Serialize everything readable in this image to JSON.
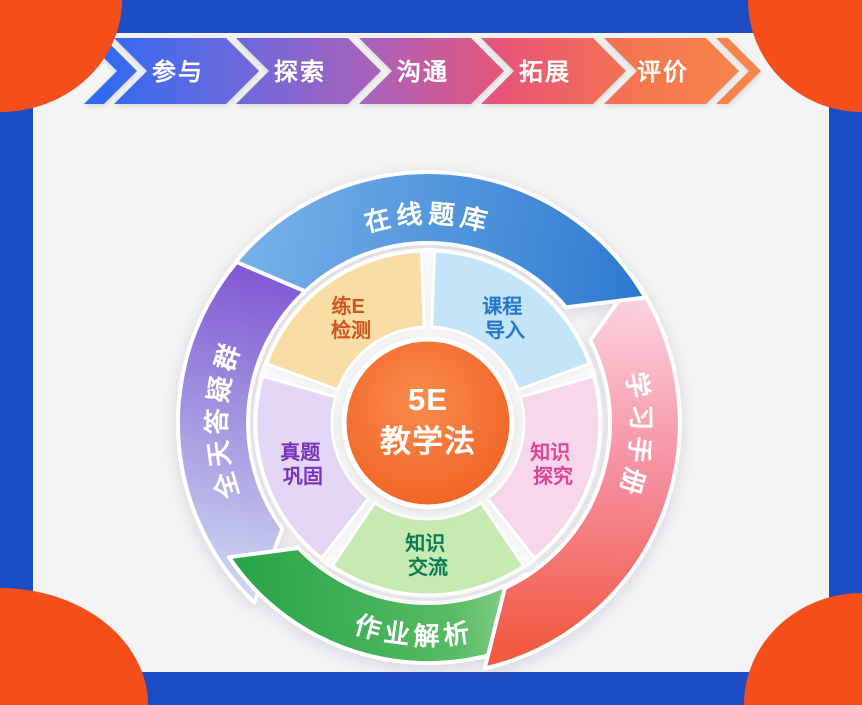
{
  "banner": {
    "steps": [
      {
        "label": "参与"
      },
      {
        "label": "探索"
      },
      {
        "label": "沟通"
      },
      {
        "label": "拓展"
      },
      {
        "label": "评价"
      }
    ],
    "colors": [
      "#2b6af1",
      "#6569e0",
      "#a862bb",
      "#e85577",
      "#f4764f",
      "#f8864a"
    ]
  },
  "diagram": {
    "center": {
      "title_line1": "5E",
      "title_line2": "教学法",
      "color_start": "#f98b4d",
      "color_end": "#ef5e1f"
    },
    "sectors": [
      {
        "line1": "练E",
        "line2": "检测",
        "fill": "#f8dda4",
        "text_color": "#d2561e"
      },
      {
        "line1": "课程",
        "line2": "导入",
        "fill": "#c4e5f7",
        "text_color": "#2277cc"
      },
      {
        "line1": "知识",
        "line2": "探究",
        "fill": "#f8d7eb",
        "text_color": "#dd4499"
      },
      {
        "line1": "知识",
        "line2": "交流",
        "fill": "#c7eab3",
        "text_color": "#0d7a55"
      },
      {
        "line1": "真题",
        "line2": "巩固",
        "fill": "#e3d7f5",
        "text_color": "#7733bb"
      }
    ],
    "arcs": [
      {
        "label": "在线题库",
        "color_start": "#7ab3e9",
        "color_end": "#2d79d0"
      },
      {
        "label": "学习手册",
        "color_start": "#fbd6e2",
        "color_mid": "#f78fa0",
        "color_end": "#f15a43"
      },
      {
        "label": "作业解析",
        "color_start": "#29a449",
        "color_mid": "#58bc64",
        "color_end": "#cfeec6"
      },
      {
        "label": "全天答疑群",
        "color_start": "#7a4cd0",
        "color_mid": "#9d8bde",
        "color_end": "#ccd6f0"
      }
    ]
  },
  "frame": {
    "border_color": "#1c4dc4",
    "corner_color": "#f44f1a",
    "content_bg": "#f4f4f5"
  }
}
